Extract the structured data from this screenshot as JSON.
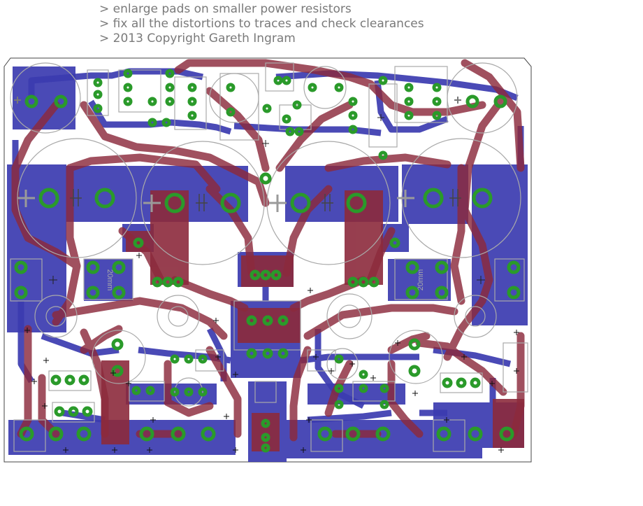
{
  "notes": [
    "> enlarge pads on smaller power resistors",
    "> fix all the distortions to traces and check clearances",
    "> 2013 Copyright Gareth Ingram"
  ],
  "silk_labels": {
    "left_resistor": "20mm",
    "right_resistor": "20mm"
  },
  "colors": {
    "bottom_copper": "#3b3bb0",
    "top_copper": "#8c2a3c",
    "pad": "#2a9a2a",
    "outline": "#a9a9a9",
    "background": "#ffffff"
  }
}
